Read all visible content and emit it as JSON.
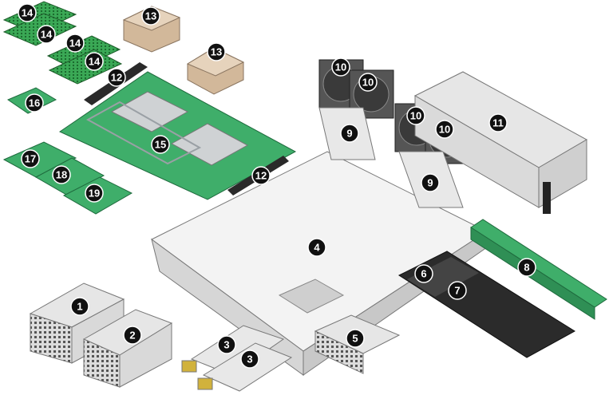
{
  "diagram": {
    "type": "exploded-view",
    "callouts": [
      {
        "label": "1"
      },
      {
        "label": "2"
      },
      {
        "label": "3"
      },
      {
        "label": "3"
      },
      {
        "label": "4"
      },
      {
        "label": "5"
      },
      {
        "label": "6"
      },
      {
        "label": "7"
      },
      {
        "label": "8"
      },
      {
        "label": "9"
      },
      {
        "label": "9"
      },
      {
        "label": "10"
      },
      {
        "label": "10"
      },
      {
        "label": "10"
      },
      {
        "label": "10"
      },
      {
        "label": "11"
      },
      {
        "label": "12"
      },
      {
        "label": "12"
      },
      {
        "label": "13"
      },
      {
        "label": "13"
      },
      {
        "label": "14"
      },
      {
        "label": "14"
      },
      {
        "label": "14"
      },
      {
        "label": "14"
      },
      {
        "label": "15"
      },
      {
        "label": "16"
      },
      {
        "label": "17"
      },
      {
        "label": "18"
      },
      {
        "label": "19"
      }
    ]
  }
}
